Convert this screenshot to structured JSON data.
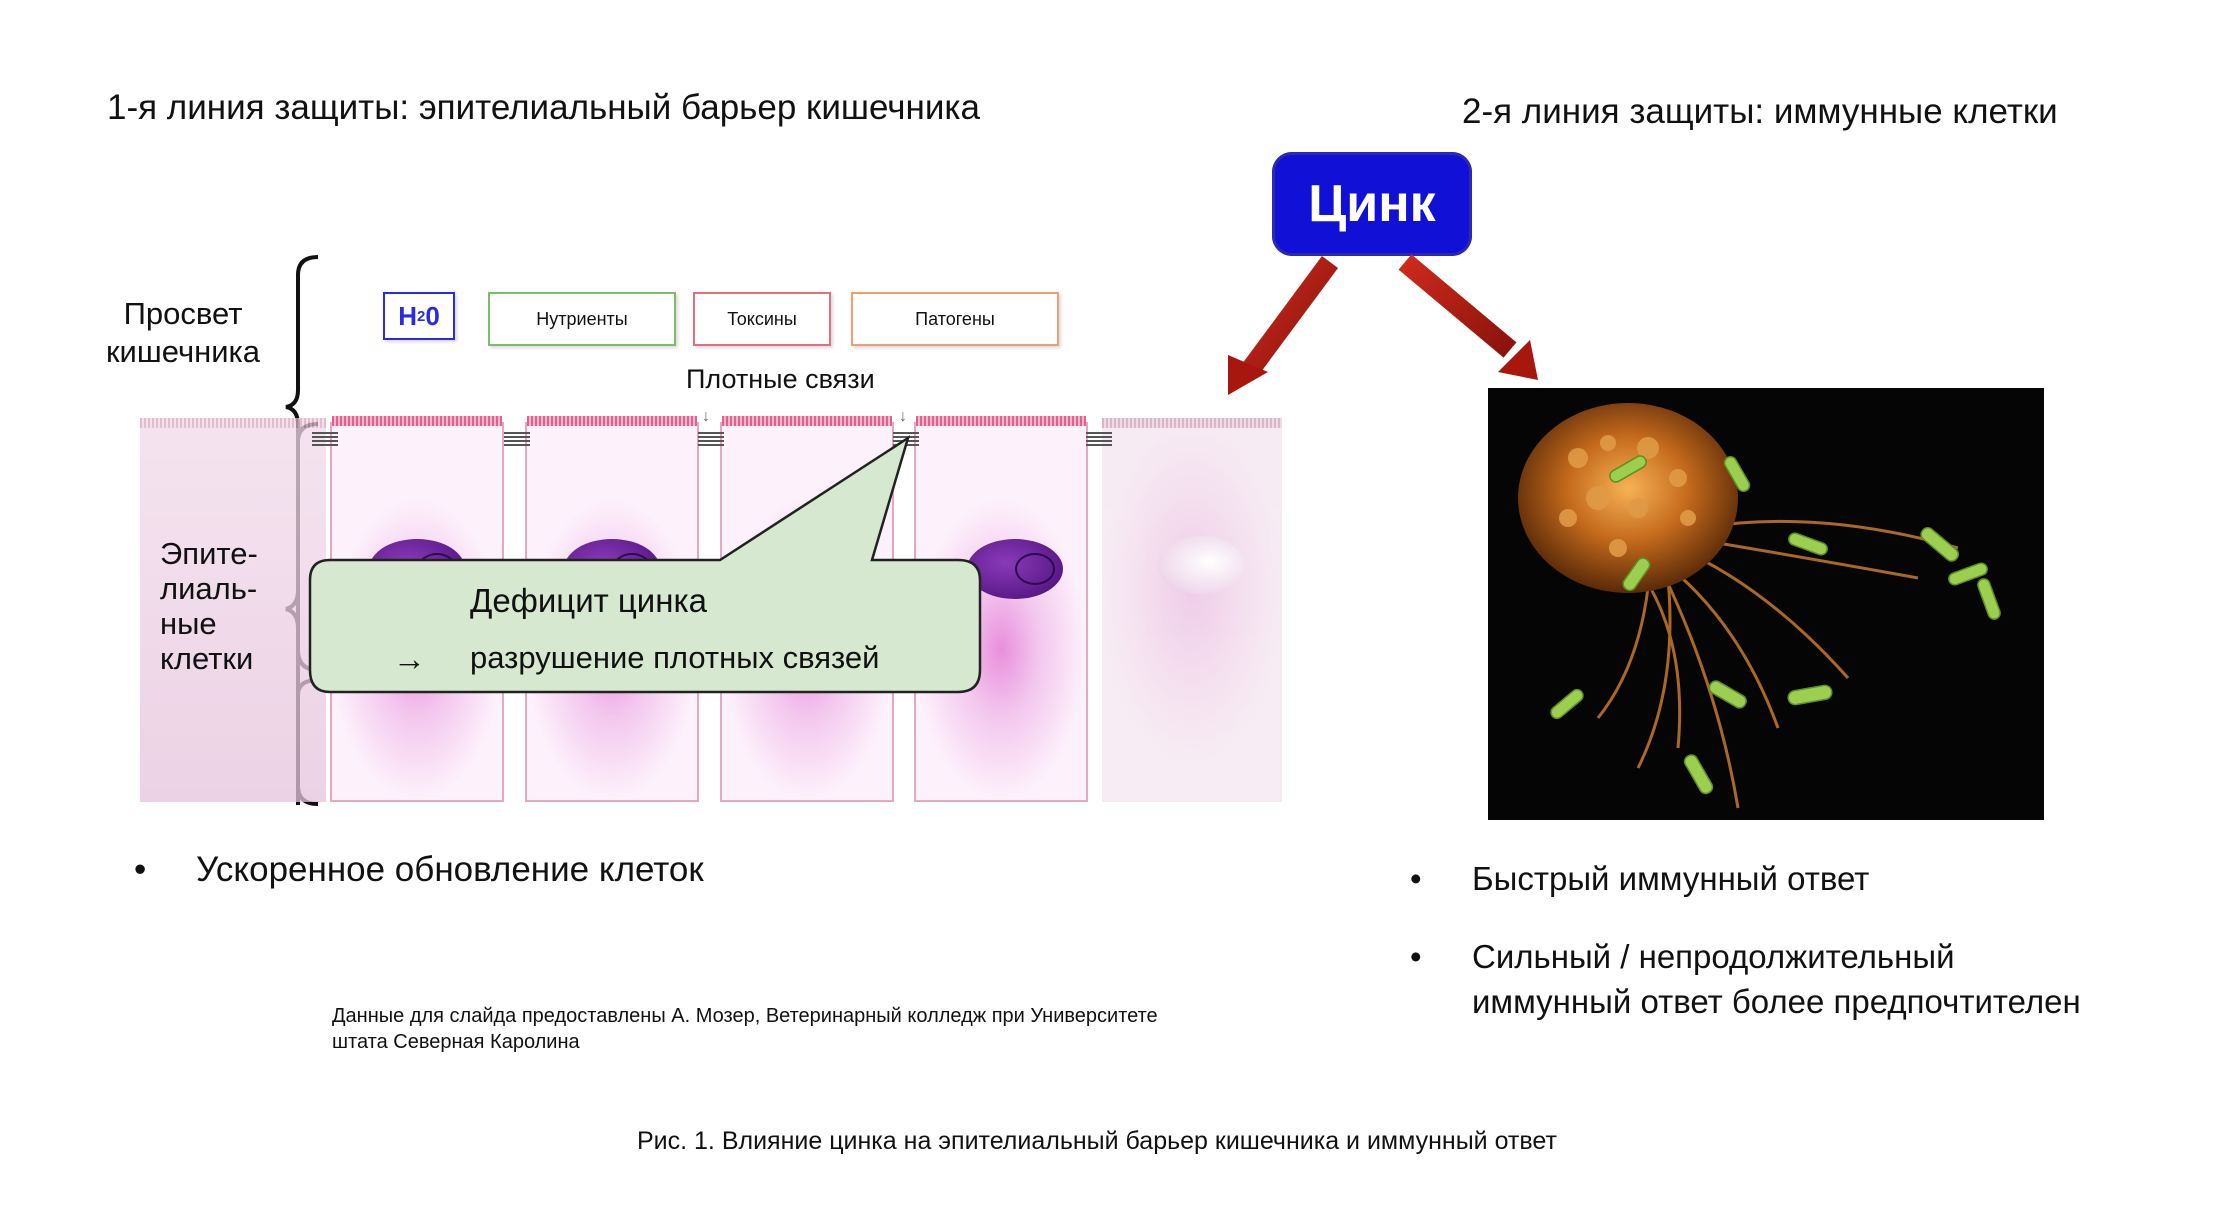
{
  "headings": {
    "first_line": "1-я линия защиты: эпителиальный барьер кишечника",
    "second_line": "2-я линия защиты: иммунные клетки"
  },
  "zinc_label": "Цинк",
  "lumen_label": "Просвет кишечника",
  "epithelial_label": [
    "Эпите-",
    "лиаль-",
    "ные",
    "клетки"
  ],
  "lumen_boxes": {
    "water_main": "H",
    "water_sub": "2",
    "water_tail": "0",
    "nutrients": "Нутриенты",
    "toxins": "Токсины",
    "pathogens": "Патогены"
  },
  "tight_junctions_label": "Плотные связи",
  "callout": {
    "line1": "Дефицит цинка",
    "arrow": "→",
    "line2": "разрушение плотных связей"
  },
  "left_bullets": [
    "Ускоренное обновление клеток"
  ],
  "right_bullets": [
    "Быстрый иммунный ответ",
    "Сильный / непродолжительный",
    "иммунный ответ более предпочтителен"
  ],
  "bullet_glyph": "•",
  "footnote": [
    "Данные для слайда предоставлены А. Мозер, Ветеринарный колледж при Университете",
    "штата Северная Каролина"
  ],
  "caption": "Рис. 1. Влияние цинка на эпителиальный барьер кишечника и иммунный ответ",
  "colors": {
    "zinc_box": "#1010d6",
    "arrow": "#b31b12",
    "callout_fill": "#d6e8d0",
    "water_border": "#2a2ae0",
    "nutrients_border": "#7dbb6b",
    "toxins_border": "#e07080",
    "pathogens_border": "#efa070"
  }
}
